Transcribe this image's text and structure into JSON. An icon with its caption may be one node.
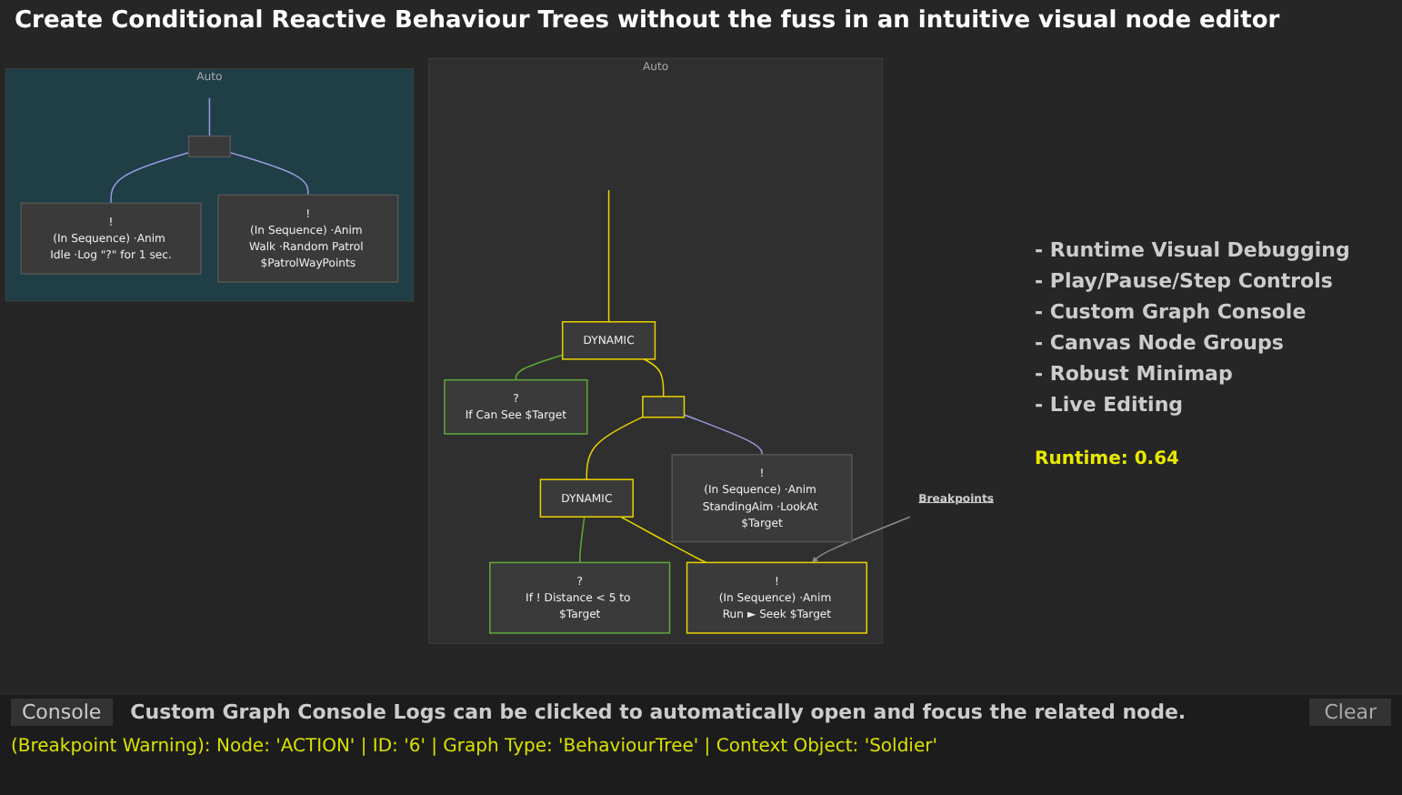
{
  "diagram": {
    "title": "Create Conditional Reactive Behaviour Trees without the fuss in an intuitive visual node editor",
    "nodes": [
      {
        "text": [
          "Auto"
        ]
      },
      {
        "text": [
          "DYNAMIC"
        ],
        "in": 0
      },
      {
        "text": [
          "?",
          "If Can See $Target"
        ],
        "in": 0
      },
      {
        "text": [],
        "shape": "box",
        "in": 0
      },
      {
        "text": [
          "DYNAMIC"
        ],
        "in": 0
      },
      {
        "text": [
          "!",
          "(In Sequence) ·Anim StandingAim ·LookAt $Target"
        ],
        "in": 0
      },
      {
        "text": [
          "?",
          "If ! Distance < 5 to $Target"
        ],
        "in": 0
      },
      {
        "text": [
          "!",
          "(In Sequence) ·Anim Run ► Seek $Target"
        ],
        "in": 0
      },
      {
        "text": [
          "Breakpoints"
        ]
      },
      {
        "text": [
          "Auto"
        ]
      },
      {
        "text": [],
        "shape": "box",
        "in": 9
      },
      {
        "text": [
          "!",
          "(In Sequence) ·Anim Idle ·Log \"?\" for 1 sec."
        ],
        "in": 9
      },
      {
        "text": [
          "!",
          "(In Sequence) ·Anim Walk ·Random Patrol $PatrolWayPoints"
        ],
        "in": 9
      }
    ],
    "edges": [
      {
        "from": null,
        "to": 1,
        "arrow": "none",
        "color": "#e8d200"
      },
      {
        "from": 1,
        "to": 2,
        "arrow": "none",
        "color": "#5fa83a"
      },
      {
        "from": 1,
        "to": 3,
        "arrow": "none",
        "color": "#e8d200"
      },
      {
        "from": 3,
        "to": 4,
        "arrow": "none",
        "color": "#e8d200"
      },
      {
        "from": 3,
        "to": 5,
        "arrow": "none",
        "color": "#9a9ae0"
      },
      {
        "from": 4,
        "to": 6,
        "arrow": "none",
        "color": "#5fa83a"
      },
      {
        "from": 4,
        "to": 7,
        "arrow": "none",
        "color": "#e8d200"
      },
      {
        "from": 8,
        "to": 7,
        "arrow": "to",
        "color": "#8a8a8a"
      },
      {
        "from": null,
        "to": 10,
        "arrow": "none",
        "color": "#9a9ae0"
      },
      {
        "from": 10,
        "to": 11,
        "arrow": "none",
        "color": "#9a9ae0"
      },
      {
        "from": 10,
        "to": 12,
        "arrow": "none",
        "color": "#9a9ae0"
      }
    ],
    "labels": [
      "- Runtime Visual Debugging",
      "- Play/Pause/Step Controls",
      "- Custom Graph Console",
      "- Canvas Node Groups",
      "- Robust Minimap",
      "- Live Editing",
      "Runtime: 0.64",
      "Console",
      "Custom Graph Console Logs can be clicked to automatically open and focus the related node.",
      "Clear",
      "(Breakpoint Warning): Node: 'ACTION' | ID: '6' | Graph Type: 'BehaviourTree' | Context Object: 'Soldier'"
    ]
  }
}
